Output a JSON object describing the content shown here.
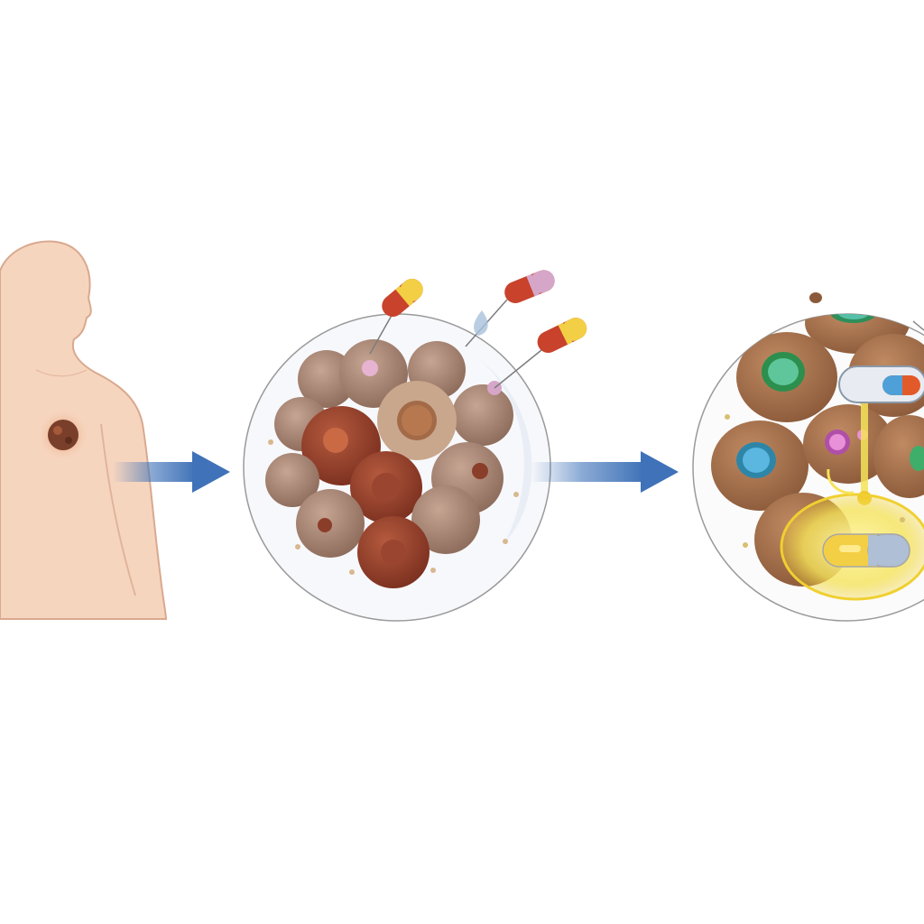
{
  "figure": {
    "stages": [
      {
        "id": "patient-with-tumor",
        "kind": "human-torso-silhouette"
      },
      {
        "id": "tumor-cells-with-drug-capsules",
        "kind": "cell-cluster"
      },
      {
        "id": "treated-cells-capsule-uptake",
        "kind": "cell-cluster"
      }
    ],
    "connectors": [
      {
        "from": "patient-with-tumor",
        "to": "tumor-cells-with-drug-capsules",
        "kind": "arrow"
      },
      {
        "from": "tumor-cells-with-drug-capsules",
        "to": "treated-cells-capsule-uptake",
        "kind": "arrow"
      }
    ],
    "icons": [
      "human-torso-icon",
      "tumor-icon",
      "capsule-icon",
      "cell-icon",
      "arrow-right-icon"
    ],
    "colors": {
      "skin": "#f6d5bf",
      "skin_outline": "#d9a98e",
      "tumor": "#7a3f2a",
      "arrow": "#3f72b8",
      "cell": "#9c7a6a",
      "cell_dark": "#8a3e2a",
      "capsule_red": "#c8422c",
      "capsule_yellow": "#f3cf45",
      "capsule_pink": "#d6a6c8",
      "nucleus_green": "#3fae6b",
      "nucleus_blue": "#4fa0d8",
      "glow": "#f5e35a",
      "circle_outline": "#9a9a9a"
    }
  }
}
